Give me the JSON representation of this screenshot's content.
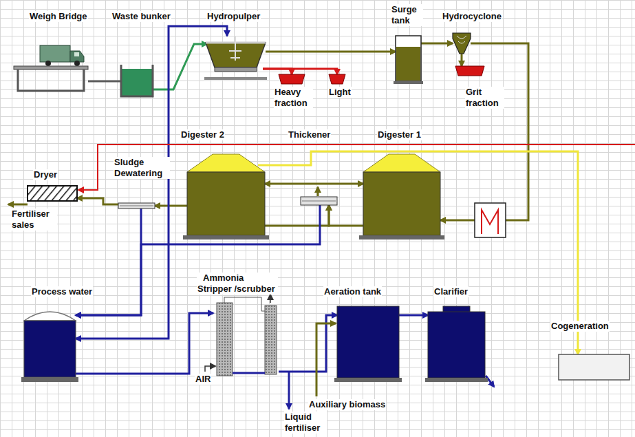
{
  "diagram": {
    "nodes": [
      {
        "text": [
          "Weigh Bridge"
        ]
      },
      {
        "text": [
          "Waste bunker"
        ]
      },
      {
        "text": [
          "Hydropulper"
        ]
      },
      {
        "text": [
          "Surge tank"
        ]
      },
      {
        "text": [
          "Hydrocyclone"
        ]
      },
      {
        "text": [
          "Heavy fraction"
        ]
      },
      {
        "text": [
          "Light"
        ]
      },
      {
        "text": [
          "Grit fraction"
        ]
      },
      {
        "text": [
          "Digester 2"
        ]
      },
      {
        "text": [
          "Thickener"
        ]
      },
      {
        "text": [
          "Digester 1"
        ]
      },
      {
        "text": [
          "Dryer"
        ]
      },
      {
        "text": [
          "Sludge Dewatering"
        ]
      },
      {
        "text": [
          "Process water"
        ]
      },
      {
        "text": [
          "Ammonia Stripper /scrubber"
        ]
      },
      {
        "text": [
          "Aeration tank"
        ]
      },
      {
        "text": [
          "Clarifier"
        ]
      },
      {
        "text": [
          "Cogeneration"
        ]
      }
    ],
    "edges": [
      {
        "from": 0,
        "to": 1,
        "arrow": "none"
      },
      {
        "from": 1,
        "to": 2,
        "arrow": "to"
      },
      {
        "from": 2,
        "to": 5,
        "arrow": "to"
      },
      {
        "from": 2,
        "to": 6,
        "arrow": "to"
      },
      {
        "from": 2,
        "to": 3,
        "arrow": "to"
      },
      {
        "from": 3,
        "to": 4,
        "arrow": "to"
      },
      {
        "from": 4,
        "to": 7,
        "arrow": "to"
      },
      {
        "from": 4,
        "to": 10,
        "arrow": "to"
      },
      {
        "from": 10,
        "to": 8,
        "arrow": "both"
      },
      {
        "from": 8,
        "to": 9,
        "arrow": "to"
      },
      {
        "from": 10,
        "to": 9,
        "arrow": "to"
      },
      {
        "from": 9,
        "to": 13,
        "arrow": "to"
      },
      {
        "from": 12,
        "to": 13,
        "arrow": "to"
      },
      {
        "from": 8,
        "to": 12,
        "arrow": "to"
      },
      {
        "from": 12,
        "to": 11,
        "arrow": "to"
      },
      {
        "from": 13,
        "to": 2,
        "arrow": "both"
      },
      {
        "from": 13,
        "to": 14,
        "arrow": "to"
      },
      {
        "from": 14,
        "to": 15,
        "arrow": "to"
      },
      {
        "from": 15,
        "to": 16,
        "arrow": "to"
      },
      {
        "from": 8,
        "to": 17,
        "arrow": "to"
      }
    ],
    "labels": [
      "Fertiliser sales",
      "AIR",
      "Auxiliary biomass",
      "Liquid fertiliser"
    ]
  }
}
